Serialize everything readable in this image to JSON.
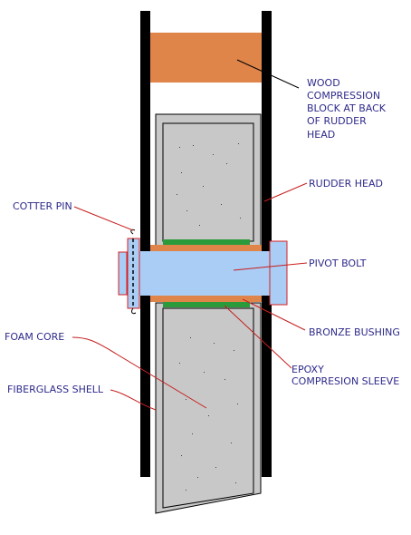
{
  "labels": {
    "wood_block": [
      "WOOD",
      "COMPRESSION",
      "BLOCK AT BACK",
      "OF RUDDER",
      "HEAD"
    ],
    "rudder_head": "RUDDER HEAD",
    "cotter_pin": "COTTER PIN",
    "pivot_bolt": "PIVOT BOLT",
    "bronze_bushing": "BRONZE BUSHING",
    "foam_core": "FOAM CORE",
    "epoxy_sleeve": [
      "EPOXY",
      "COMPRESION SLEEVE"
    ],
    "fiberglass_shell": "FIBERGLASS SHELL"
  },
  "colors": {
    "cheek_plate": "#000000",
    "wood_block": "#e0854a",
    "fiberglass_shell": "#c8c8c8",
    "foam_core": "#c8c8c8",
    "bushing": "#e0854a",
    "epoxy_sleeve": "#2a9a3a",
    "pivot_bolt": "#a9cdf5",
    "bolt_head_outline": "#d82020",
    "leader_lines": "#c81e1e",
    "label_text": "#2e2a8a"
  }
}
